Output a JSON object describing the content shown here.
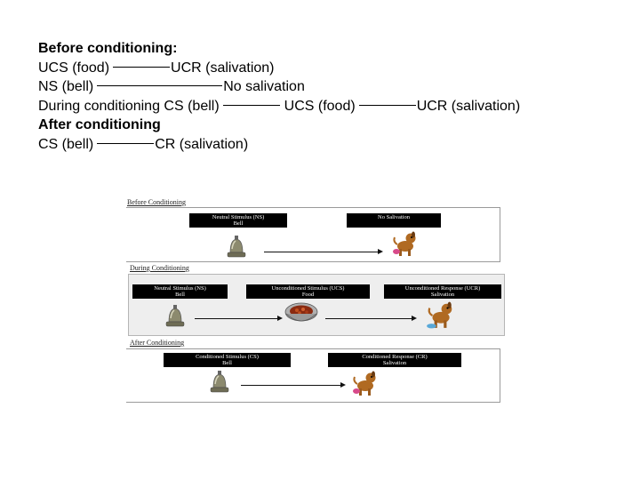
{
  "notes": {
    "line1": "Before conditioning:",
    "line2_left": "UCS (food)",
    "line2_right": "UCR (salivation)",
    "line3_left": "NS (bell)",
    "line3_right": "No salivation",
    "line4_a": "During conditioning CS (bell)",
    "line4_b": "UCS (food)",
    "line4_c": "UCR (salivation)",
    "line5": "After conditioning",
    "line6_left": "CS (bell)",
    "line6_right": "CR (salivation)"
  },
  "diagram": {
    "before_title": "Before Conditioning",
    "during_title": "During Conditioning",
    "after_title": "After Conditioning",
    "before_ns_label": "Neutral Stimulus (NS)",
    "before_ns_sub": "Bell",
    "before_resp_label": "No Salivation",
    "during_ns_label": "Neutral Stimulus (NS)",
    "during_ns_sub": "Bell",
    "during_ucs_label": "Unconditioned Stimulus (UCS)",
    "during_ucs_sub": "Food",
    "during_ucr_label": "Unconditioned Response (UCR)",
    "during_ucr_sub": "Salivation",
    "after_cs_label": "Conditioned Stimulus (CS)",
    "after_cs_sub": "Bell",
    "after_cr_label": "Conditioned Response (CR)",
    "after_cr_sub": "Salivation"
  },
  "icons": [
    "bell-icon",
    "dog-icon",
    "food-bowl-icon"
  ]
}
